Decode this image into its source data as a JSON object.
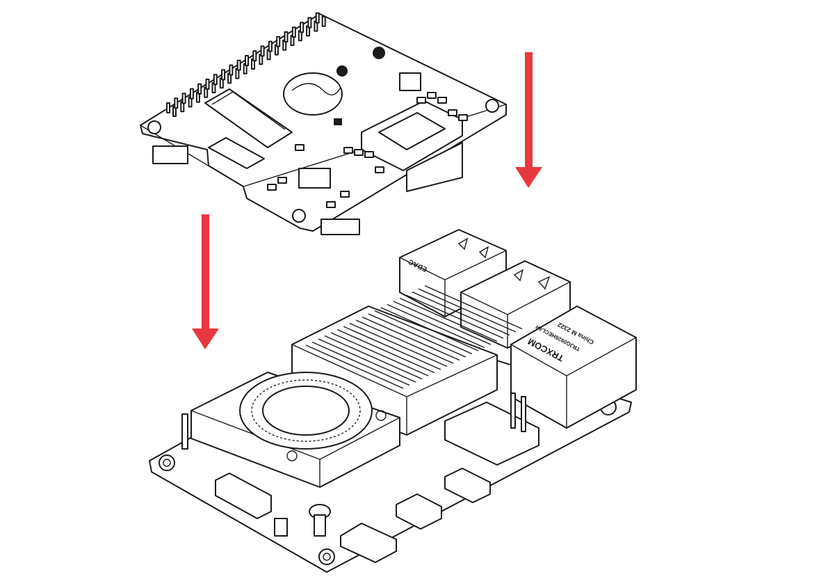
{
  "illustration": {
    "title_labels": {
      "ethernet_brand": "TRXCOM",
      "ethernet_part": "TRJG0926HECL4R",
      "ethernet_origin": "China M 2322",
      "usb_brand": "EDAC"
    },
    "colors": {
      "arrow": "#e8383d",
      "line": "#1a1a1a",
      "background": "#ffffff"
    }
  }
}
